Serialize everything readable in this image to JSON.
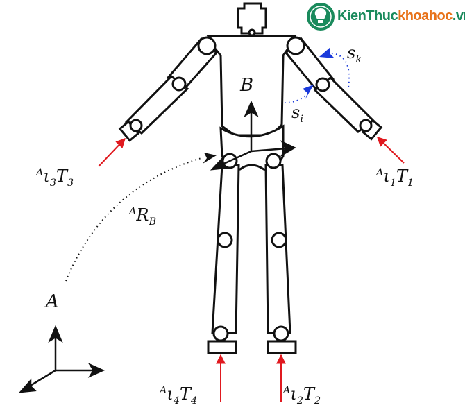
{
  "logo": {
    "part1": "KienThuc",
    "part2": "khoahoc",
    "part3": ".vn",
    "colors": {
      "green": "#1a8a5c",
      "orange": "#e8731a"
    }
  },
  "labels": {
    "frame_A": "A",
    "frame_B": "B",
    "rotation": {
      "pre": "A",
      "main": "R",
      "sub": "B"
    },
    "s_i": {
      "main": "s",
      "sub": "i"
    },
    "s_k": {
      "main": "s",
      "sub": "k"
    },
    "T1": {
      "pre": "A",
      "mid": "ι",
      "midsub": "1",
      "main": "T",
      "sub": "1"
    },
    "T2": {
      "pre": "A",
      "mid": "ι",
      "midsub": "2",
      "main": "T",
      "sub": "2"
    },
    "T3": {
      "pre": "A",
      "mid": "ι",
      "midsub": "3",
      "main": "T",
      "sub": "3"
    },
    "T4": {
      "pre": "A",
      "mid": "ι",
      "midsub": "4",
      "main": "T",
      "sub": "4"
    }
  },
  "colors": {
    "body": "#111111",
    "force_arrow": "#e0191f",
    "sensor_arrow": "#1a3adb"
  }
}
